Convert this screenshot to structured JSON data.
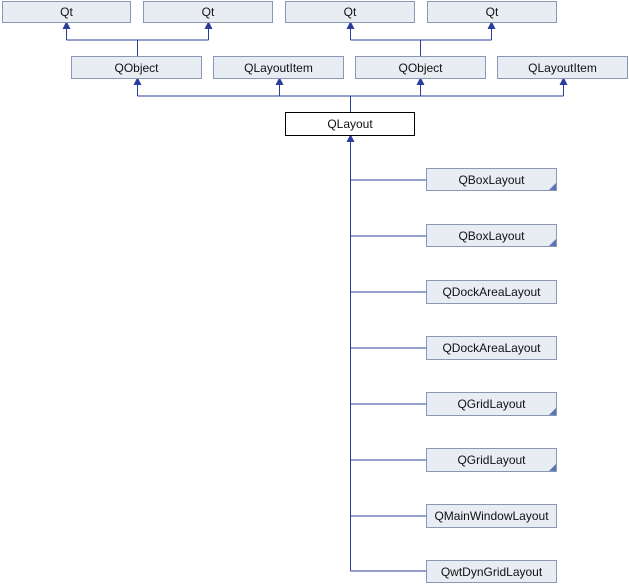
{
  "diagram": {
    "colors": {
      "edge": "#2c3e9c",
      "node_fill": "#e8edf3",
      "node_border": "#8b97b6",
      "current_fill": "#ffffff",
      "current_border": "#000000",
      "corner_marker": "#5a77b3"
    },
    "top_row": [
      {
        "label": "Qt"
      },
      {
        "label": "Qt"
      },
      {
        "label": "Qt"
      },
      {
        "label": "Qt"
      }
    ],
    "second_row": [
      {
        "label": "QObject"
      },
      {
        "label": "QLayoutItem"
      },
      {
        "label": "QObject"
      },
      {
        "label": "QLayoutItem"
      }
    ],
    "current": {
      "label": "QLayout"
    },
    "children": [
      {
        "label": "QBoxLayout",
        "has_more_marker": true
      },
      {
        "label": "QBoxLayout",
        "has_more_marker": true
      },
      {
        "label": "QDockAreaLayout",
        "has_more_marker": false
      },
      {
        "label": "QDockAreaLayout",
        "has_more_marker": false
      },
      {
        "label": "QGridLayout",
        "has_more_marker": true
      },
      {
        "label": "QGridLayout",
        "has_more_marker": true
      },
      {
        "label": "QMainWindowLayout",
        "has_more_marker": false
      },
      {
        "label": "QwtDynGridLayout",
        "has_more_marker": false
      }
    ]
  }
}
